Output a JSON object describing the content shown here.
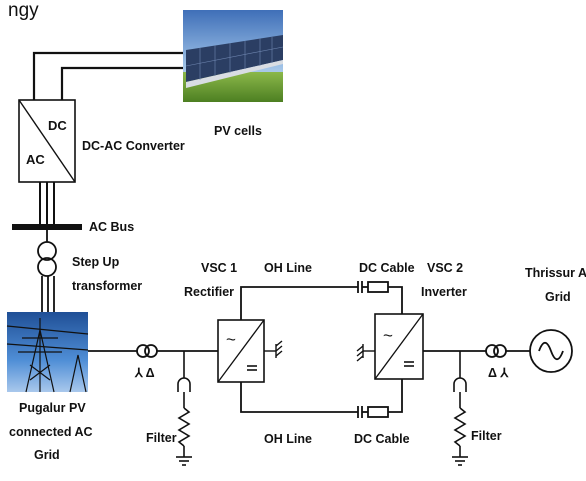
{
  "header": {
    "partial_text": "ngy"
  },
  "labels": {
    "pv_cells": "PV cells",
    "dc_ac_converter": "DC-AC Converter",
    "converter_dc": "DC",
    "converter_ac": "AC",
    "ac_bus": "AC Bus",
    "step_up_1": "Step Up",
    "step_up_2": "transformer",
    "pugalur_1": "Pugalur PV",
    "pugalur_2": "connected AC",
    "pugalur_3": "Grid",
    "filter_left": "Filter",
    "filter_right": "Filter",
    "vsc1_1": "VSC 1",
    "vsc1_2": "Rectifier",
    "vsc2_1": "VSC 2",
    "vsc2_2": "Inverter",
    "oh_line_top": "OH Line",
    "oh_line_bottom": "OH Line",
    "dc_cable_top": "DC Cable",
    "dc_cable_bottom": "DC Cable",
    "thrissur_1": "Thrissur AC",
    "thrissur_2": "Grid",
    "tx_left_sym": "⅄ Δ",
    "tx_right_sym": "Δ ⅄"
  },
  "colors": {
    "line": "#111111",
    "sky_top": "#4a7fc4",
    "grass": "#5f9a2e",
    "panel": "#2a3f66",
    "grid_sky": "#3a78c4"
  }
}
